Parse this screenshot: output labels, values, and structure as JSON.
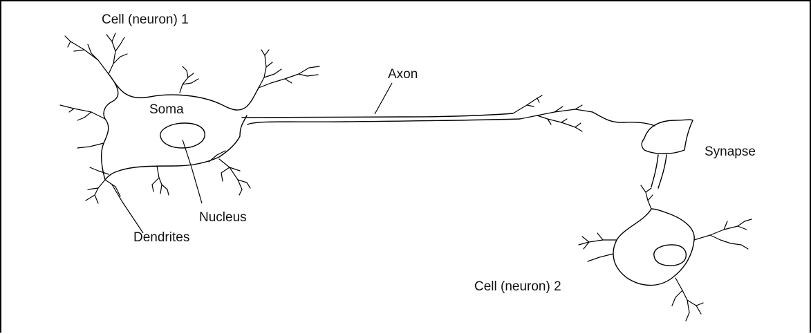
{
  "labels": {
    "cell1": "Cell (neuron)  1",
    "soma": "Soma",
    "axon": "Axon",
    "nucleus": "Nucleus",
    "dendrites": "Dendrites",
    "synapse": "Synapse",
    "cell2": "Cell (neuron)  2"
  },
  "colors": {
    "line": "#000000",
    "background": "#ffffff"
  }
}
